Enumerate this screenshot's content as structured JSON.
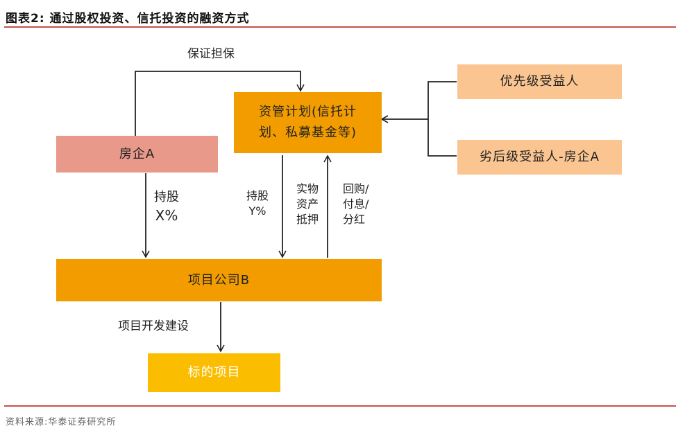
{
  "header": {
    "title": "图表2:  通过股权投资、信托投资的融资方式"
  },
  "diagram": {
    "nodes": {
      "developer": {
        "label": "房企A",
        "color": "#e8998a"
      },
      "asset_plan": {
        "label_line1": "资管计划(信托计",
        "label_line2": "划、私募基金等)",
        "color": "#f29c00"
      },
      "senior": {
        "label": "优先级受益人",
        "color": "#fac591"
      },
      "junior": {
        "label": "劣后级受益人-房企A",
        "color": "#fac591"
      },
      "project_company": {
        "label": "项目公司B",
        "color": "#f29c00"
      },
      "target_project": {
        "label": "标的项目",
        "color": "#fbbd00"
      }
    },
    "edges": {
      "guarantee": "保证担保",
      "hold_x_line1": "持股",
      "hold_x_line2": "X%",
      "hold_y_line1": "持股",
      "hold_y_line2": "Y%",
      "collateral_line1": "实物",
      "collateral_line2": "资产",
      "collateral_line3": "抵押",
      "repay_line1": "回购/",
      "repay_line2": "付息/",
      "repay_line3": "分红",
      "develop": "项目开发建设"
    }
  },
  "footer": {
    "source": "资料来源:华泰证券研究所"
  },
  "colors": {
    "rule": "#c9504a",
    "line": "#222222"
  }
}
